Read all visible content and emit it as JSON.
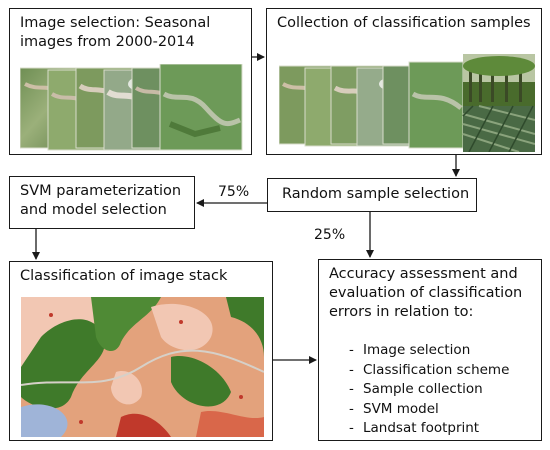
{
  "boxes": {
    "image_selection": {
      "title": "Image selection: Seasonal\nimages from 2000-2014"
    },
    "collection": {
      "title": "Collection of classification samples"
    },
    "random_sample": {
      "title": "Random sample selection"
    },
    "svm_param": {
      "title": "SVM parameterization\nand model selection"
    },
    "classification": {
      "title": "Classification of image stack"
    },
    "accuracy": {
      "title": "Accuracy assessment and\nevaluation of classification\nerrors in relation to:",
      "items": [
        "Image selection",
        "Classification scheme",
        "Sample collection",
        "SVM model",
        "Landsat footprint"
      ]
    }
  },
  "flow_labels": {
    "train_pct": "75%",
    "test_pct": "25%"
  },
  "colors": {
    "border": "#1a1a1a",
    "satellite_green": "#7d9a5e",
    "satellite_river": "#c8b9a3",
    "map_green": "#3f7a2a",
    "map_orange": "#e3a27c",
    "map_pink": "#f2c7b3",
    "map_red": "#c0392b"
  },
  "icons": {
    "bullet": "dash"
  }
}
